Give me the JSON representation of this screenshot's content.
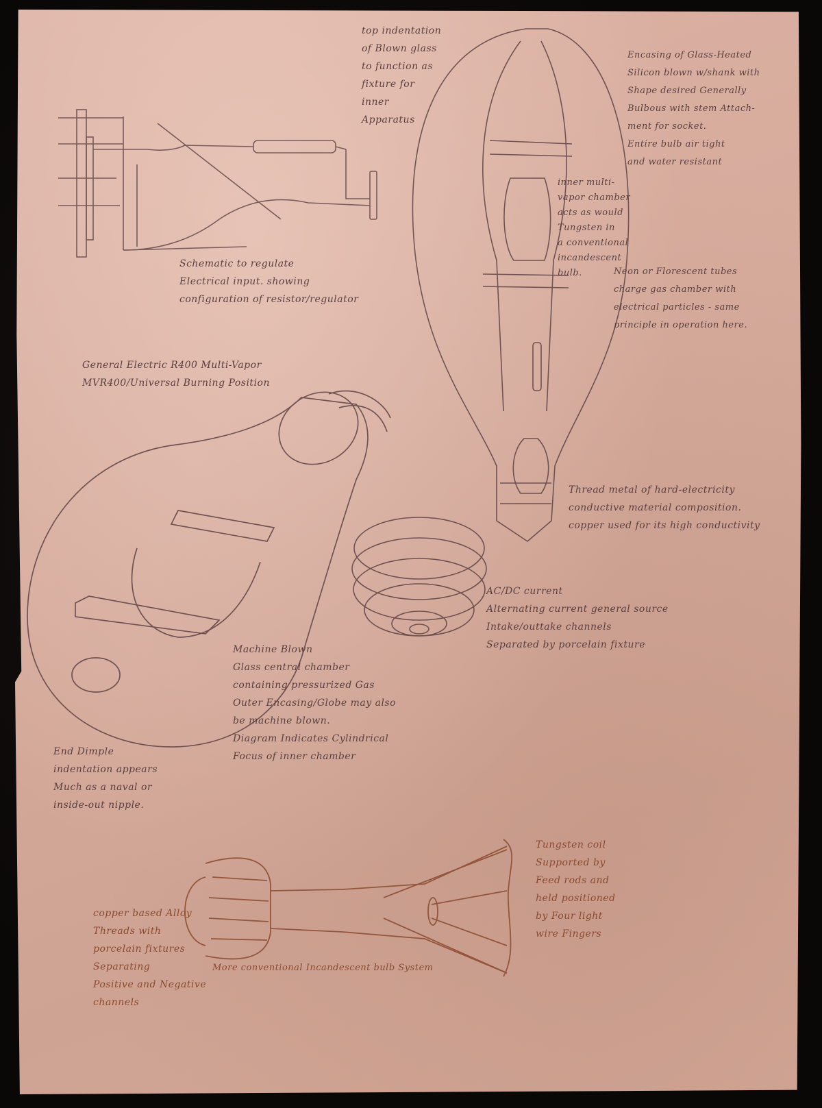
{
  "notes": {
    "top_indentation": "top indentation\nof Blown glass\nto function as\nfixture for\ninner\nApparatus",
    "encasing": "Encasing of Glass-Heated\nSilicon blown w/shank with\nShape desired Generally\nBulbous with stem Attach-\nment for socket.\nEntire bulb air tight\nand water resistant",
    "schematic": "Schematic to regulate\nElectrical input. showing\nconfiguration of resistor/regulator",
    "inner_chamber": "inner multi-\nvapor chamber\nacts as would\nTungsten in\na conventional\nincandescent\nbulb.",
    "neon": "Neon or Florescent tubes\ncharge gas chamber with\nelectrical particles - same\nprinciple in operation here.",
    "general_electric": "General Electric R400 Multi-Vapor\nMVR400/Universal Burning Position",
    "thread_metal": "Thread metal of hard-electricity\nconductive material composition.\ncopper used for its high conductivity",
    "acdc": "AC/DC current\nAlternating current general source\nIntake/outtake channels\nSeparated by porcelain fixture",
    "machine_blown": "Machine Blown\nGlass central chamber\ncontaining pressurized Gas\nOuter Encasing/Globe may also\nbe machine blown.\nDiagram Indicates Cylindrical\nFocus of inner chamber",
    "end_dimple": "End Dimple\nindentation appears\nMuch as a naval or\ninside-out nipple.",
    "tungsten_coil": "Tungsten coil\nSupported by\nFeed rods and\nheld positioned\nby Four light\nwire Fingers",
    "copper_alloy": "copper based Alloy\nThreads with\nporcelain fixtures\nSeparating\nPositive and Negative\nchannels",
    "conventional": "More conventional Incandescent bulb System"
  },
  "colors": {
    "paper": "#d6ab9c",
    "graphite": "#5a4040",
    "red_pencil": "#7a3a3a",
    "sanguine": "#8a4a2e",
    "background": "#0b0908"
  }
}
